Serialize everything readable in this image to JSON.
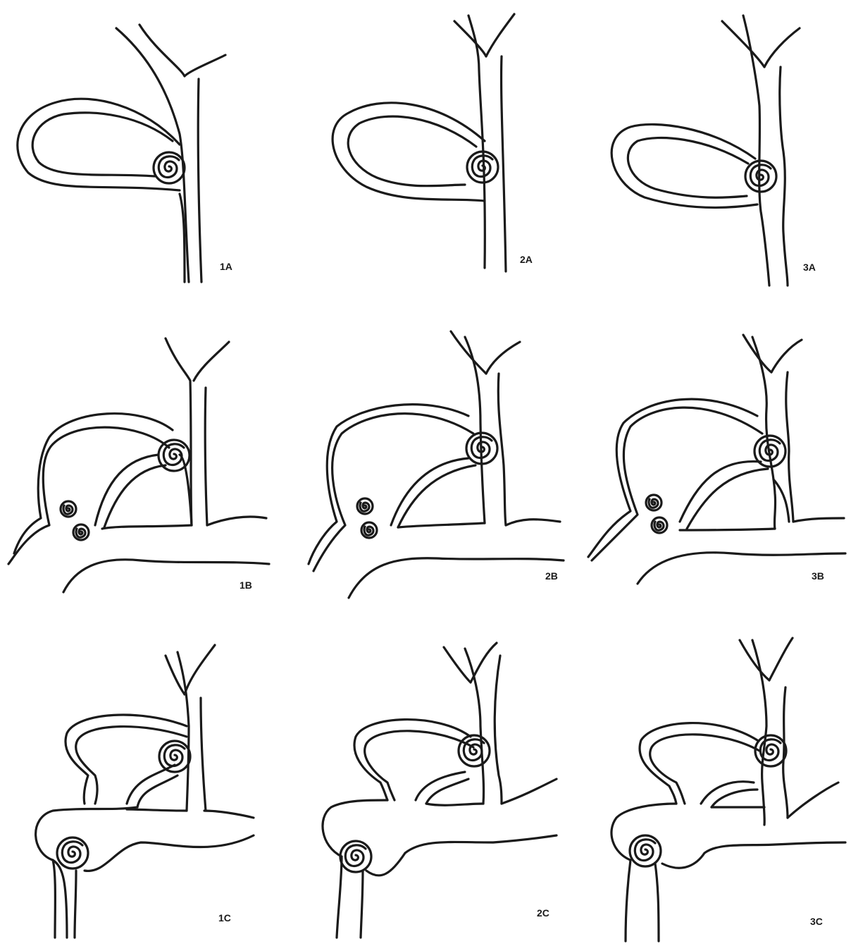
{
  "figure": {
    "panels": [
      {
        "id": "1A",
        "label": "1A",
        "row": "A",
        "column": 1
      },
      {
        "id": "2A",
        "label": "2A",
        "row": "A",
        "column": 2
      },
      {
        "id": "3A",
        "label": "3A",
        "row": "A",
        "column": 3
      },
      {
        "id": "1B",
        "label": "1B",
        "row": "B",
        "column": 1
      },
      {
        "id": "2B",
        "label": "2B",
        "row": "B",
        "column": 2
      },
      {
        "id": "3B",
        "label": "3B",
        "row": "B",
        "column": 3
      },
      {
        "id": "1C",
        "label": "1C",
        "row": "C",
        "column": 1
      },
      {
        "id": "2C",
        "label": "2C",
        "row": "C",
        "column": 2
      },
      {
        "id": "3C",
        "label": "3C",
        "row": "C",
        "column": 3
      }
    ],
    "stroke_color": "#1a1a1a",
    "background_color": "#ffffff"
  }
}
